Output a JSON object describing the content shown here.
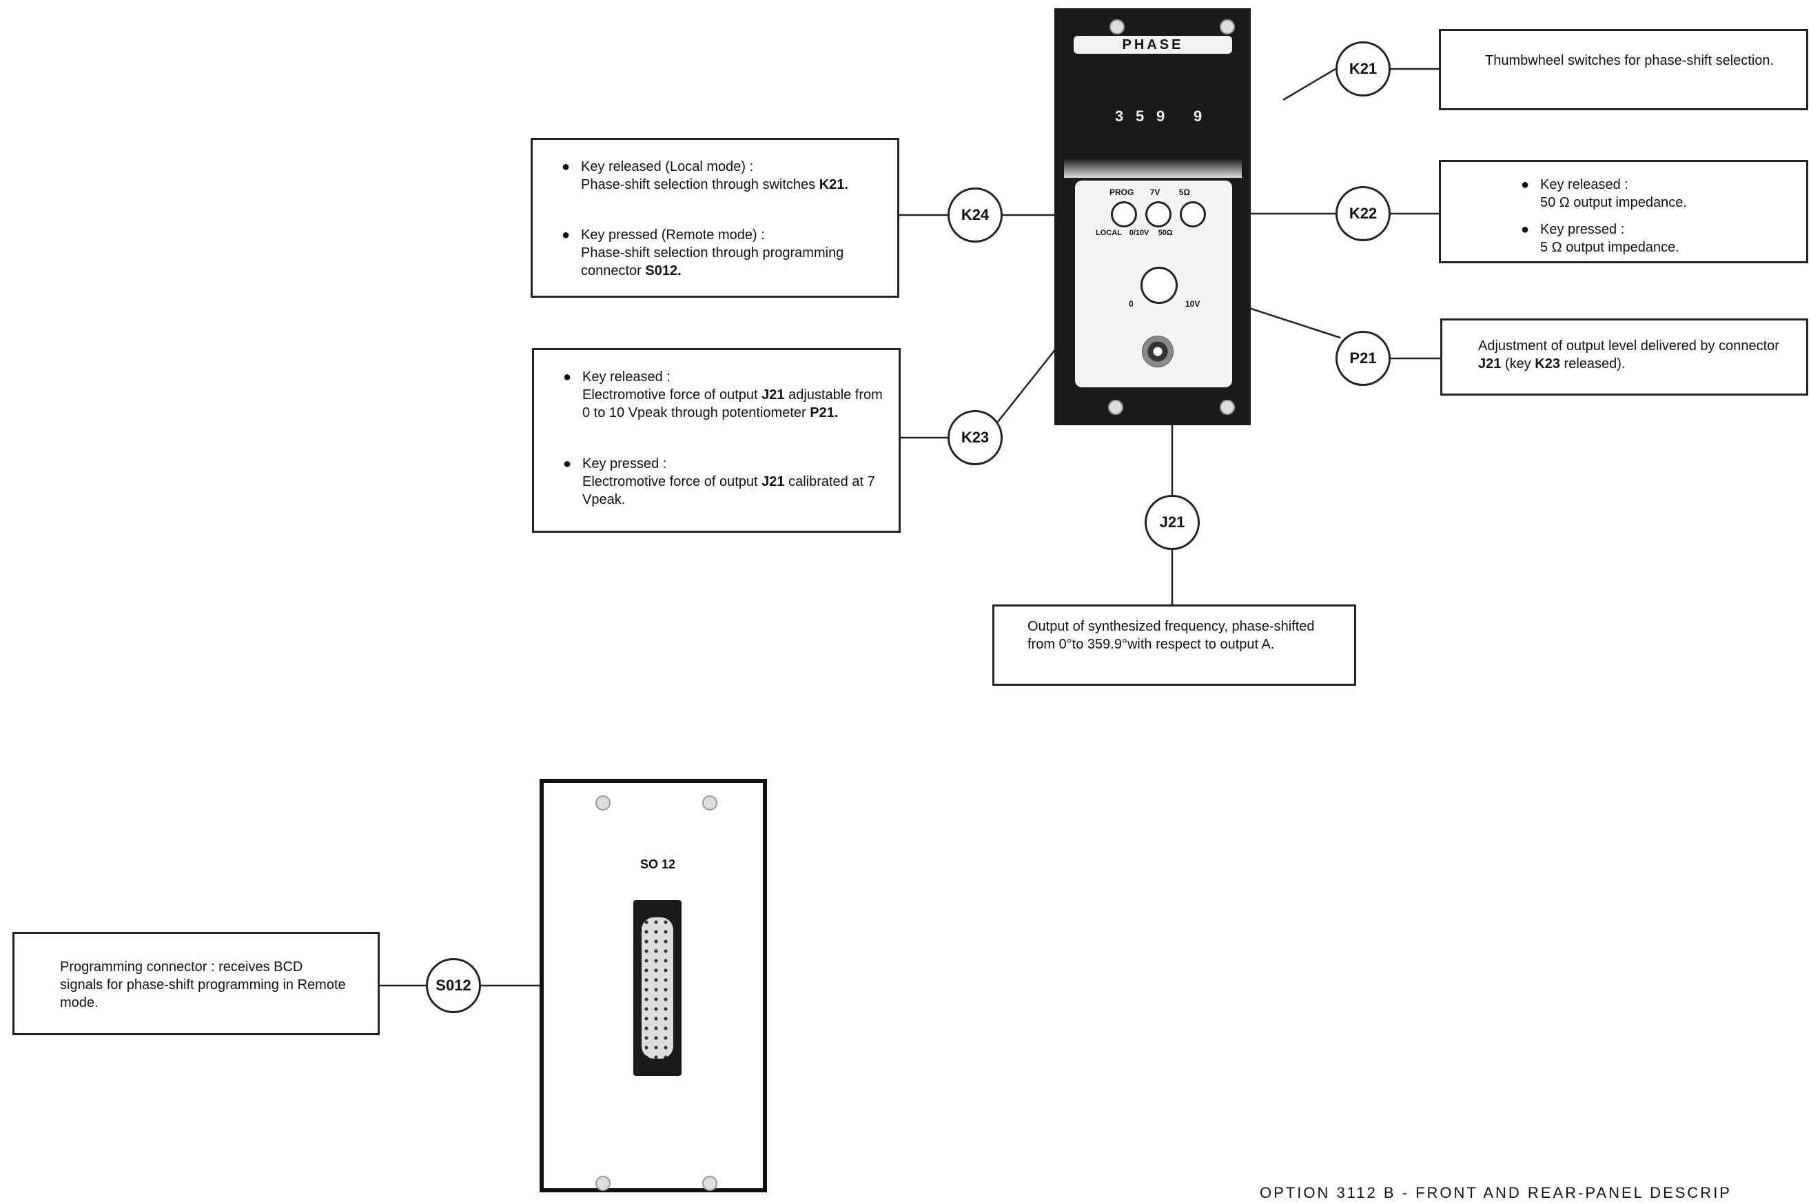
{
  "front_panel": {
    "title": "PHASE",
    "digits": [
      "3",
      "5",
      "9",
      "9"
    ],
    "key_labels_top": [
      "PROG",
      "7V",
      "5Ω"
    ],
    "key_labels_bottom": [
      "LOCAL",
      "0/10V",
      "50Ω"
    ],
    "pot_min": "0",
    "pot_max": "10V"
  },
  "rear_panel": {
    "connector_label": "SO 12"
  },
  "callouts": {
    "k21": {
      "tag": "K21",
      "text": "Thumbwheel switches for phase-shift selection."
    },
    "k22": {
      "tag": "K22",
      "released_head": "Key released :",
      "released_body": "50 Ω output impedance.",
      "pressed_head": "Key pressed :",
      "pressed_body": "5 Ω output impedance."
    },
    "p21": {
      "tag": "P21",
      "text_a": "Adjustment of output level delivered by connector ",
      "text_b": "J21",
      "text_c": " (key ",
      "text_d": "K23",
      "text_e": " released)."
    },
    "k24": {
      "tag": "K24",
      "released_head": "Key released (Local mode) :",
      "released_body_a": "Phase-shift selection through switches ",
      "released_body_b": "K21.",
      "pressed_head": "Key pressed (Remote mode) :",
      "pressed_body_a": "Phase-shift selection through programming connector ",
      "pressed_body_b": "S012."
    },
    "k23": {
      "tag": "K23",
      "released_head": "Key released :",
      "released_body_a": "Electromotive force of output ",
      "released_body_b": "J21",
      "released_body_c": " adjustable from 0 to 10 Vpeak through potentiometer ",
      "released_body_d": "P21.",
      "pressed_head": "Key pressed :",
      "pressed_body_a": "Electromotive force of output ",
      "pressed_body_b": "J21",
      "pressed_body_c": " calibrated at 7 Vpeak."
    },
    "j21": {
      "tag": "J21",
      "text": "Output of synthesized frequency, phase-shifted from 0°to 359.9°with respect to output A."
    },
    "s012": {
      "tag": "S012",
      "text": "Programming connector : receives BCD signals for phase-shift programming in Remote mode."
    }
  },
  "footer": {
    "text": "OPTION 3112 B - FRONT AND REAR-PANEL DESCRIP"
  }
}
